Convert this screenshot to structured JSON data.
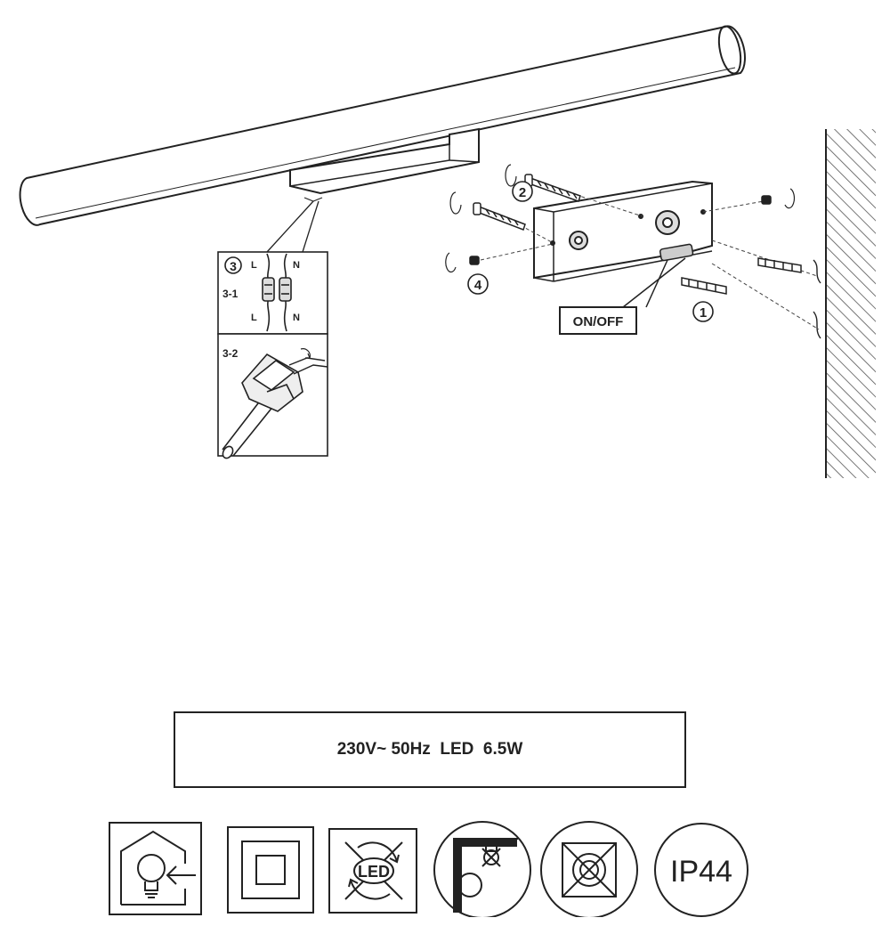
{
  "labels": {
    "step1": "1",
    "step2": "2",
    "step3": "3",
    "step4": "4",
    "sub31": "3-1",
    "sub32": "3-2",
    "L": "L",
    "N": "N",
    "onoff": "ON/OFF",
    "led_icon": "LED",
    "ip": "IP44"
  },
  "spec": {
    "text": "230V~ 50Hz  LED  6.5W"
  },
  "icons": [
    "indoor-use-bulb-icon",
    "class-ii-double-insulation-icon",
    "led-non-replaceable-icon",
    "not-for-corner-mounting-icon",
    "not-for-recessed-mounting-icon",
    "ip44-rating-icon"
  ],
  "colors": {
    "line": "#222222",
    "hatch": "#555555"
  }
}
